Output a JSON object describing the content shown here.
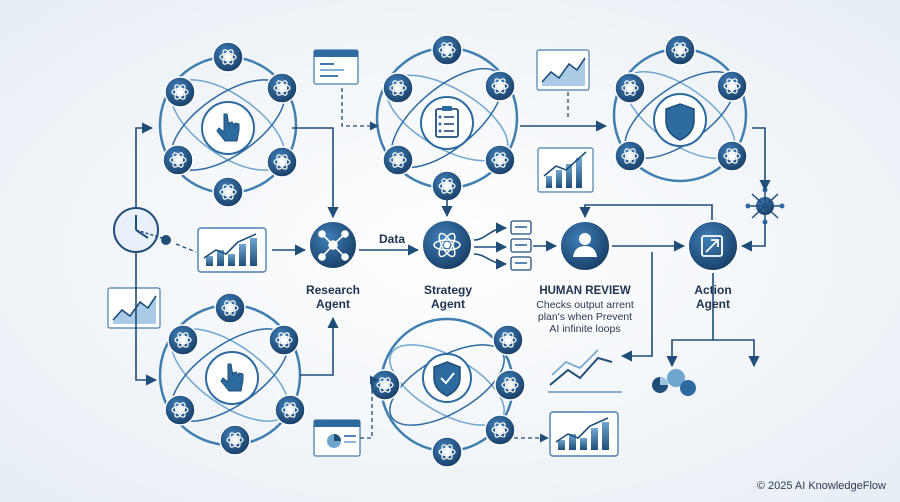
{
  "labels": {
    "data": "Data",
    "research_line1": "Research",
    "research_line2": "Agent",
    "strategy_line1": "Strategy",
    "strategy_line2": "Agent",
    "human_review": "HUMAN REVIEW",
    "human_desc_line1": "Checks output arrent",
    "human_desc_line2": "plan's when  Prevent",
    "human_desc_line3": "AI infinite loops",
    "action_line1": "Action",
    "action_line2": "Agent"
  },
  "footer": {
    "copyright": "© 2025 AI KnowledgeFlow"
  },
  "colors": {
    "navy": "#1f4e79",
    "blue": "#2c6aa0",
    "light_blue": "#6fa6cf",
    "orbit": "#3f7fb0",
    "accent": "#9ec5e3"
  },
  "icons": {
    "research": "network-icon",
    "strategy": "atom-icon",
    "human": "person-icon",
    "action": "arrow-up-right-icon",
    "hand": "pointer-hand-icon",
    "checklist": "checklist-icon",
    "shield": "shield-icon",
    "clock": "clock-icon",
    "chart": "bar-chart-icon"
  }
}
